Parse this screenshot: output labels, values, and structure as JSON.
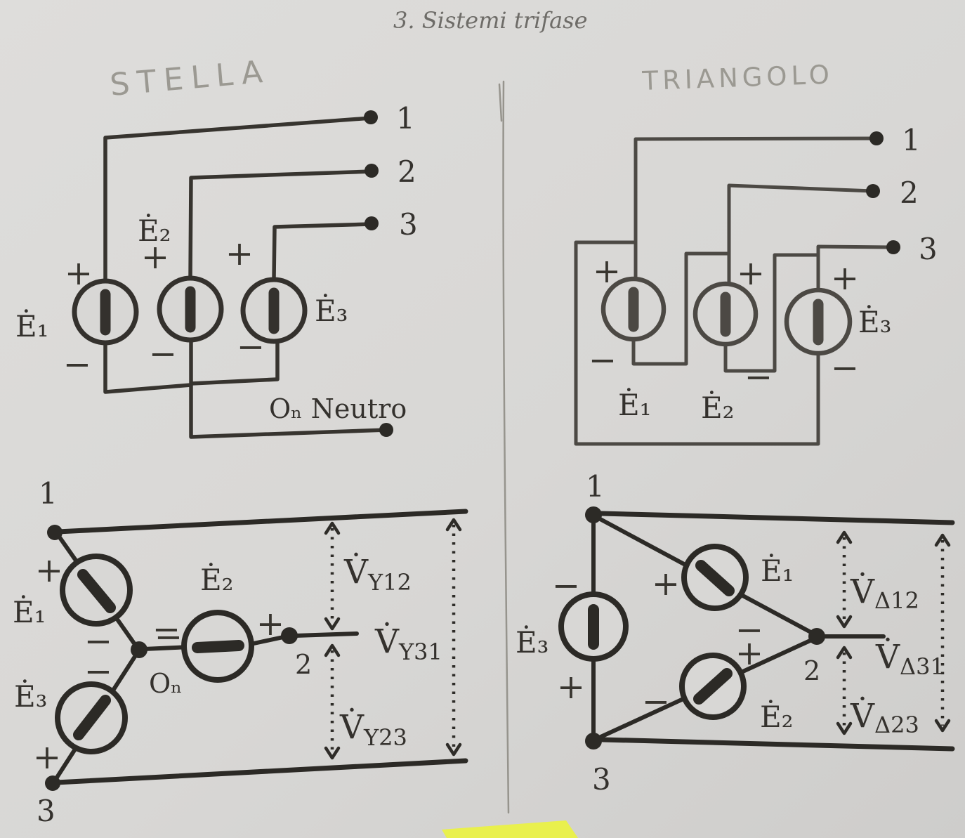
{
  "page": {
    "title": "3. Sistemi trifase",
    "highlight_color": "#ebf33e",
    "paper_color": "#d8d7d5"
  },
  "symbols": {
    "plus": "+",
    "minus": "−"
  },
  "star": {
    "handwritten_label": "STELLA",
    "top_diagram": {
      "terminals": [
        "1",
        "2",
        "3"
      ],
      "source_labels": [
        "Ė₁",
        "Ė₂",
        "Ė₃"
      ],
      "neutral_label": "Oₙ Neutro"
    },
    "bottom_diagram": {
      "terminal_1": "1",
      "terminal_2": "2",
      "terminal_3": "3",
      "source_labels": [
        "Ė₁",
        "Ė₂",
        "Ė₃"
      ],
      "neutral_label": "Oₙ",
      "voltages": [
        {
          "v": "V̇",
          "sub": "Y12"
        },
        {
          "v": "V̇",
          "sub": "Y31"
        },
        {
          "v": "V̇",
          "sub": "Y23"
        }
      ]
    }
  },
  "delta": {
    "handwritten_label": "TRIANGOLO",
    "top_diagram": {
      "terminals": [
        "1",
        "2",
        "3"
      ],
      "source_labels": [
        "Ė₁",
        "Ė₂",
        "Ė₃"
      ]
    },
    "bottom_diagram": {
      "terminal_1": "1",
      "terminal_2": "2",
      "terminal_3": "3",
      "source_labels": [
        "Ė₁",
        "Ė₂",
        "Ė₃"
      ],
      "voltages": [
        {
          "v": "V̇",
          "sub": "Δ12"
        },
        {
          "v": "V̇",
          "sub": "Δ31"
        },
        {
          "v": "V̇",
          "sub": "Δ23"
        }
      ]
    }
  }
}
